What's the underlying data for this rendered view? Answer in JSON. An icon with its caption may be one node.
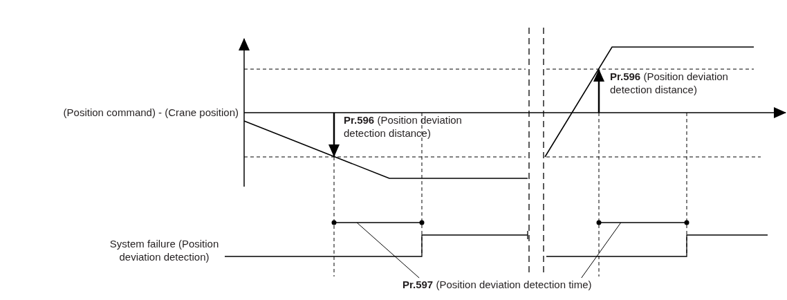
{
  "diagram": {
    "nodes": [
      {
        "text": [
          "**Pr.597** (Position deviation detection time)"
        ]
      },
      {
        "text": [],
        "shape": "bar"
      },
      {
        "text": [],
        "shape": "bar"
      }
    ],
    "edges": [
      {
        "from": 0,
        "to": 1,
        "arrow": "none"
      },
      {
        "from": 0,
        "to": 2,
        "arrow": "none"
      }
    ],
    "labels": [
      "(Position command) - (Crane position)",
      "**Pr.596** (Position deviation detection distance)",
      "**Pr.596** (Position deviation detection distance)",
      "System failure (Position deviation detection)"
    ]
  }
}
